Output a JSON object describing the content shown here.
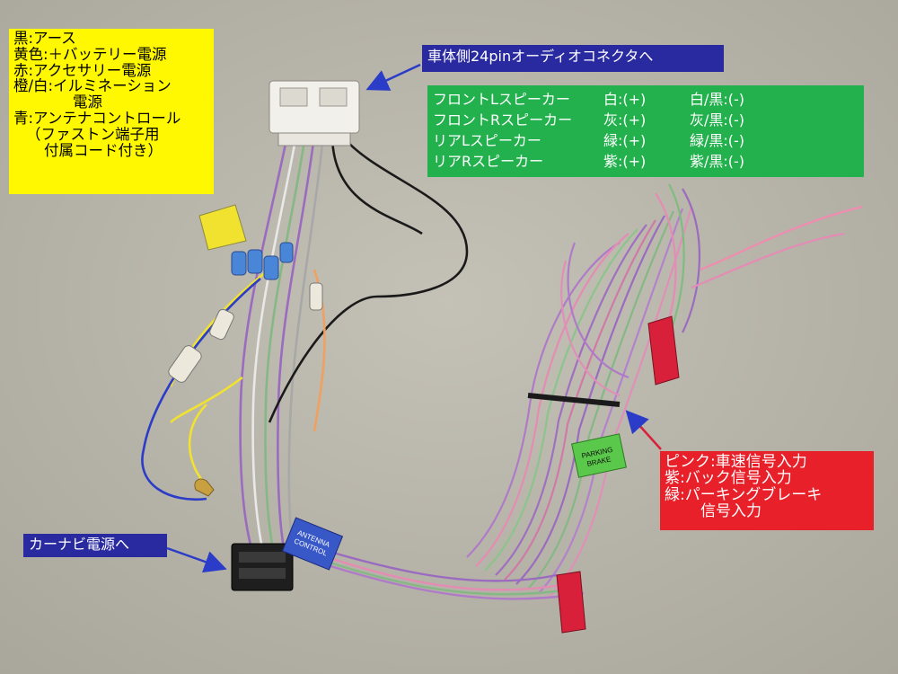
{
  "colors": {
    "yellow_label": "#fff800",
    "green_label": "#22b14c",
    "red_label": "#e8202a",
    "blue_label": "#2a2aa0",
    "arrow": "#2a3cc8",
    "floor": "#b8b5aa"
  },
  "labels": {
    "power_info": {
      "lines": [
        "黒:アース",
        "黄色:＋バッテリー電源",
        "赤:アクセサリー電源",
        "橙/白:イルミネーション",
        "電源",
        "青:アンテナコントロール",
        "（ファストン端子用",
        "付属コード付き）"
      ]
    },
    "vehicle_connector": "車体側24pinオーディオコネクタへ",
    "speakers": {
      "rows": [
        {
          "name": "フロントLスピーカー",
          "plus": "白:(+)",
          "minus": "白/黒:(-)"
        },
        {
          "name": "フロントRスピーカー",
          "plus": "灰:(+)",
          "minus": "灰/黒:(-)"
        },
        {
          "name": "リアLスピーカー",
          "plus": "緑:(+)",
          "minus": "緑/黒:(-)"
        },
        {
          "name": "リアRスピーカー",
          "plus": "紫:(+)",
          "minus": "紫/黒:(-)"
        }
      ]
    },
    "signals": {
      "lines": [
        "ピンク:車速信号入力",
        "紫:バック信号入力",
        "緑:パーキングブレーキ",
        "信号入力"
      ]
    },
    "navi_power": "カーナビ電源へ"
  },
  "stickers": {
    "parking_brake": [
      "PARKING",
      "BRAKE"
    ],
    "antenna_control": [
      "ANTENNA",
      "CONTROL"
    ]
  }
}
